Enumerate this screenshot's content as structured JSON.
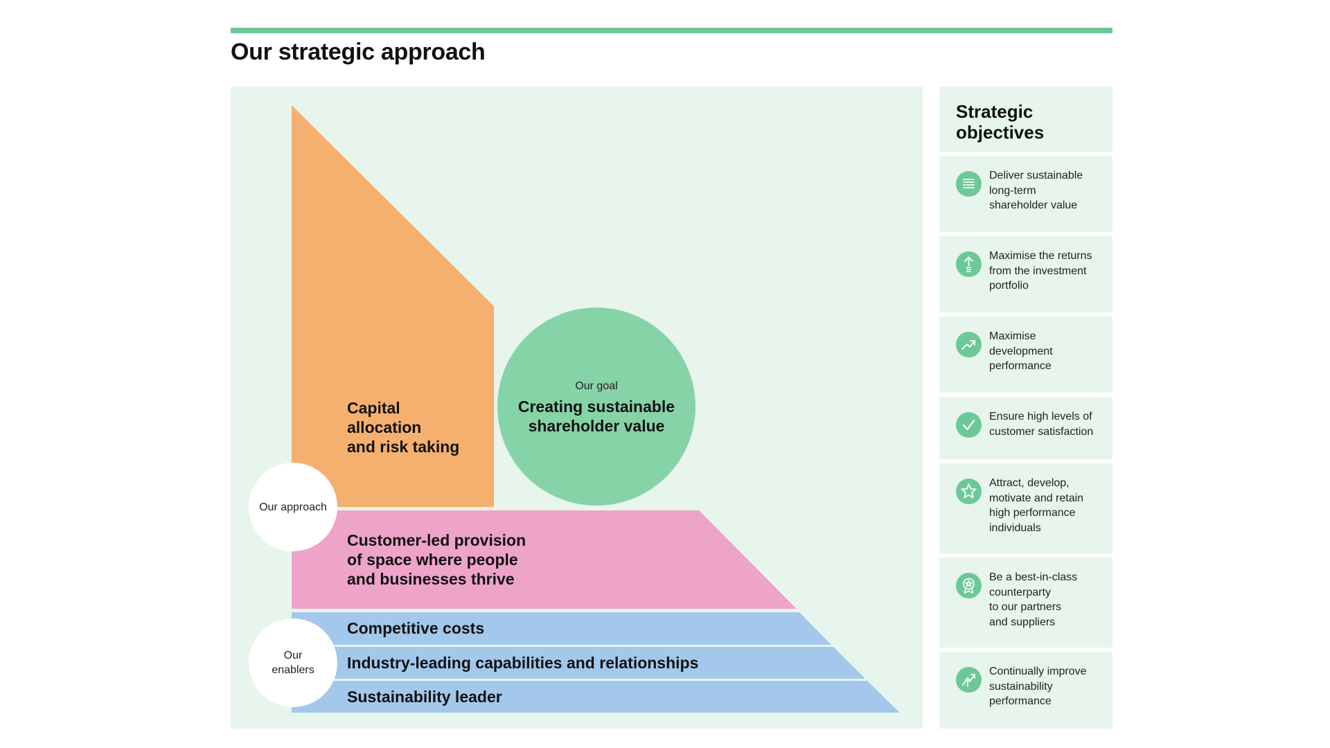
{
  "page": {
    "title": "Our strategic approach"
  },
  "diagram": {
    "colors": {
      "panel": "#e7f5ec",
      "capital": "#f5b06f",
      "goal": "#86d3a8",
      "customer": "#eea3c8",
      "enablers": "#a3c8ec",
      "accent": "#6cc898"
    },
    "capital_label_lines": [
      "Capital",
      "allocation",
      "and risk taking"
    ],
    "goal": {
      "kicker": "Our goal",
      "title_lines": [
        "Creating sustainable",
        "shareholder value"
      ]
    },
    "customer_label_lines": [
      "Customer-led provision",
      "of space where people",
      "and businesses thrive"
    ],
    "enablers": [
      "Competitive costs",
      "Industry-leading capabilities and relationships",
      "Sustainability leader"
    ],
    "approach_circle": "Our approach",
    "enablers_circle_lines": [
      "Our",
      "enablers"
    ]
  },
  "objectives": {
    "header_lines": [
      "Strategic",
      "objectives"
    ],
    "items": [
      {
        "icon": "ledger-icon",
        "lines": [
          "Deliver sustainable",
          "long-term",
          "shareholder value"
        ]
      },
      {
        "icon": "arrow-up-icon",
        "lines": [
          "Maximise the returns",
          "from the investment",
          "portfolio"
        ]
      },
      {
        "icon": "trend-up-icon",
        "lines": [
          "Maximise",
          "development",
          "performance"
        ]
      },
      {
        "icon": "checkmark-icon",
        "lines": [
          "Ensure high levels of",
          "customer satisfaction"
        ]
      },
      {
        "icon": "star-icon",
        "lines": [
          "Attract, develop,",
          "motivate and retain",
          "high performance",
          "individuals"
        ]
      },
      {
        "icon": "award-badge-icon",
        "lines": [
          "Be a best-in-class",
          "counterparty",
          "to our partners",
          "and suppliers"
        ]
      },
      {
        "icon": "growth-arrows-icon",
        "lines": [
          "Continually improve",
          "sustainability",
          "performance"
        ]
      }
    ]
  }
}
